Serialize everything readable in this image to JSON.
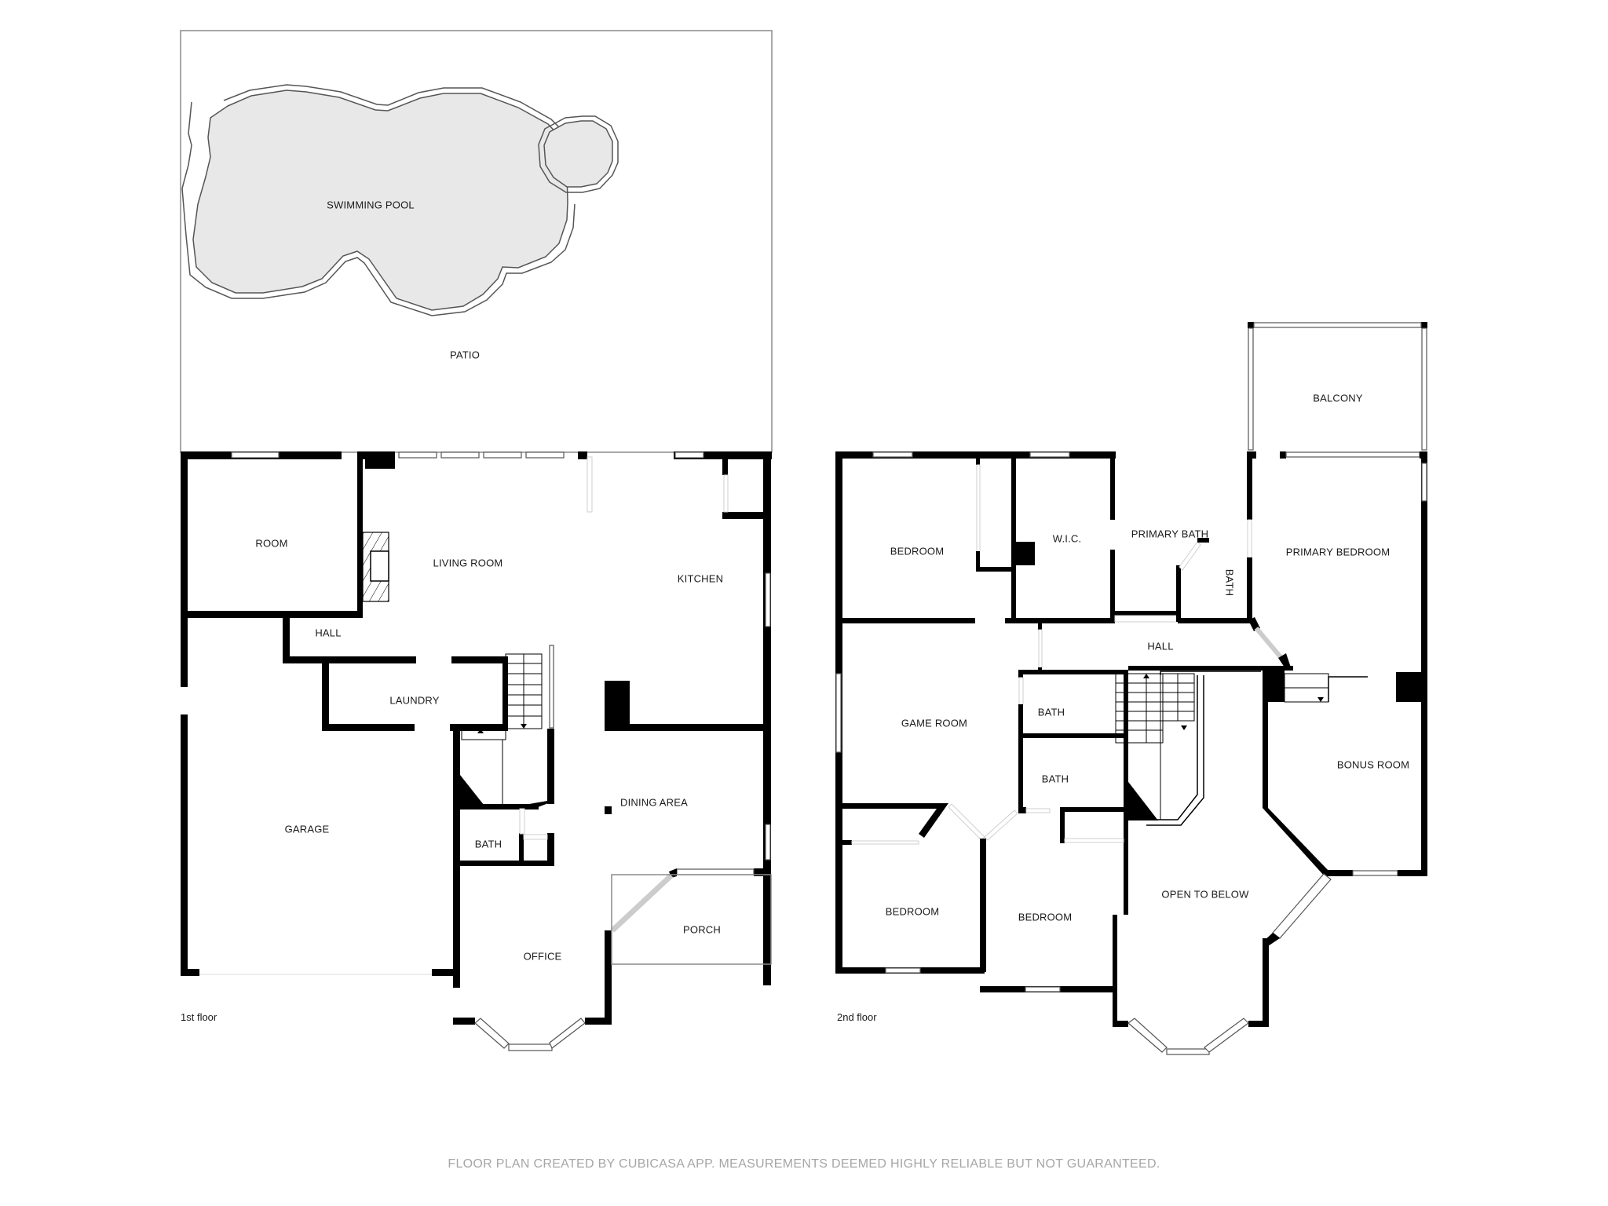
{
  "floor_plan": {
    "floors": [
      {
        "label": "1st floor",
        "rooms": {
          "swimming_pool": "SWIMMING POOL",
          "patio": "PATIO",
          "room": "ROOM",
          "living_room": "LIVING ROOM",
          "kitchen": "KITCHEN",
          "hall": "HALL",
          "laundry": "LAUNDRY",
          "garage": "GARAGE",
          "dining_area": "DINING AREA",
          "bath": "BATH",
          "office": "OFFICE",
          "porch": "PORCH"
        }
      },
      {
        "label": "2nd floor",
        "rooms": {
          "balcony": "BALCONY",
          "bedroom_nw": "BEDROOM",
          "wic": "W.I.C.",
          "primary_bath": "PRIMARY BATH",
          "bath_small": "BATH",
          "primary_bedroom": "PRIMARY BEDROOM",
          "hall": "HALL",
          "game_room": "GAME ROOM",
          "bath_upper": "BATH",
          "bath_lower": "BATH",
          "bonus_room": "BONUS ROOM",
          "bedroom_sw": "BEDROOM",
          "bedroom_s": "BEDROOM",
          "open_to_below": "OPEN TO BELOW"
        }
      }
    ],
    "footer": "FLOOR PLAN CREATED BY CUBICASA APP. MEASUREMENTS DEEMED HIGHLY RELIABLE BUT NOT GUARANTEED.",
    "colors": {
      "wall": "#000000",
      "pool_fill": "#e8e8e8",
      "footer_text": "#a6a6a6"
    }
  }
}
